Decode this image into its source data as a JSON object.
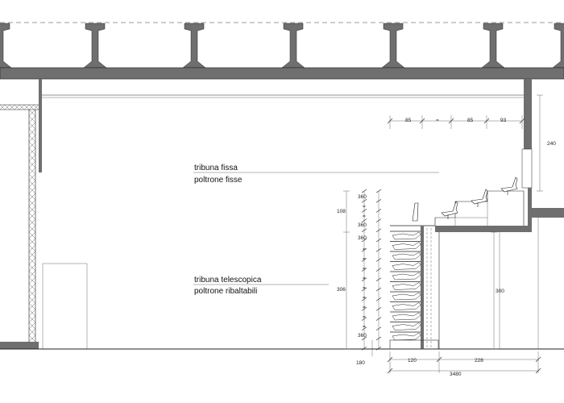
{
  "labels": {
    "fixed_stand": "tribuna fissa",
    "fixed_seats": "poltrone fisse",
    "telescopic_stand": "tribuna telescopica",
    "folding_seats": "poltrone ribaltabili"
  },
  "dimensions": {
    "top": [
      "85",
      "=",
      "85",
      "93"
    ],
    "right_upper": "240",
    "right_lower": "300",
    "left_upper_group": "108",
    "left_lower_group": "306",
    "upper_rows": [
      "360",
      "=",
      "=",
      "360"
    ],
    "lower_rows": [
      "360",
      "=",
      "=",
      "=",
      "=",
      "=",
      "=",
      "=",
      "=",
      "=",
      "360"
    ],
    "base_left": "180",
    "bottom_parts": [
      "120",
      "228"
    ],
    "bottom_total": "3480"
  },
  "colors": {
    "structure": "#6f6f6f",
    "line": "#222222",
    "background": "#ffffff"
  }
}
